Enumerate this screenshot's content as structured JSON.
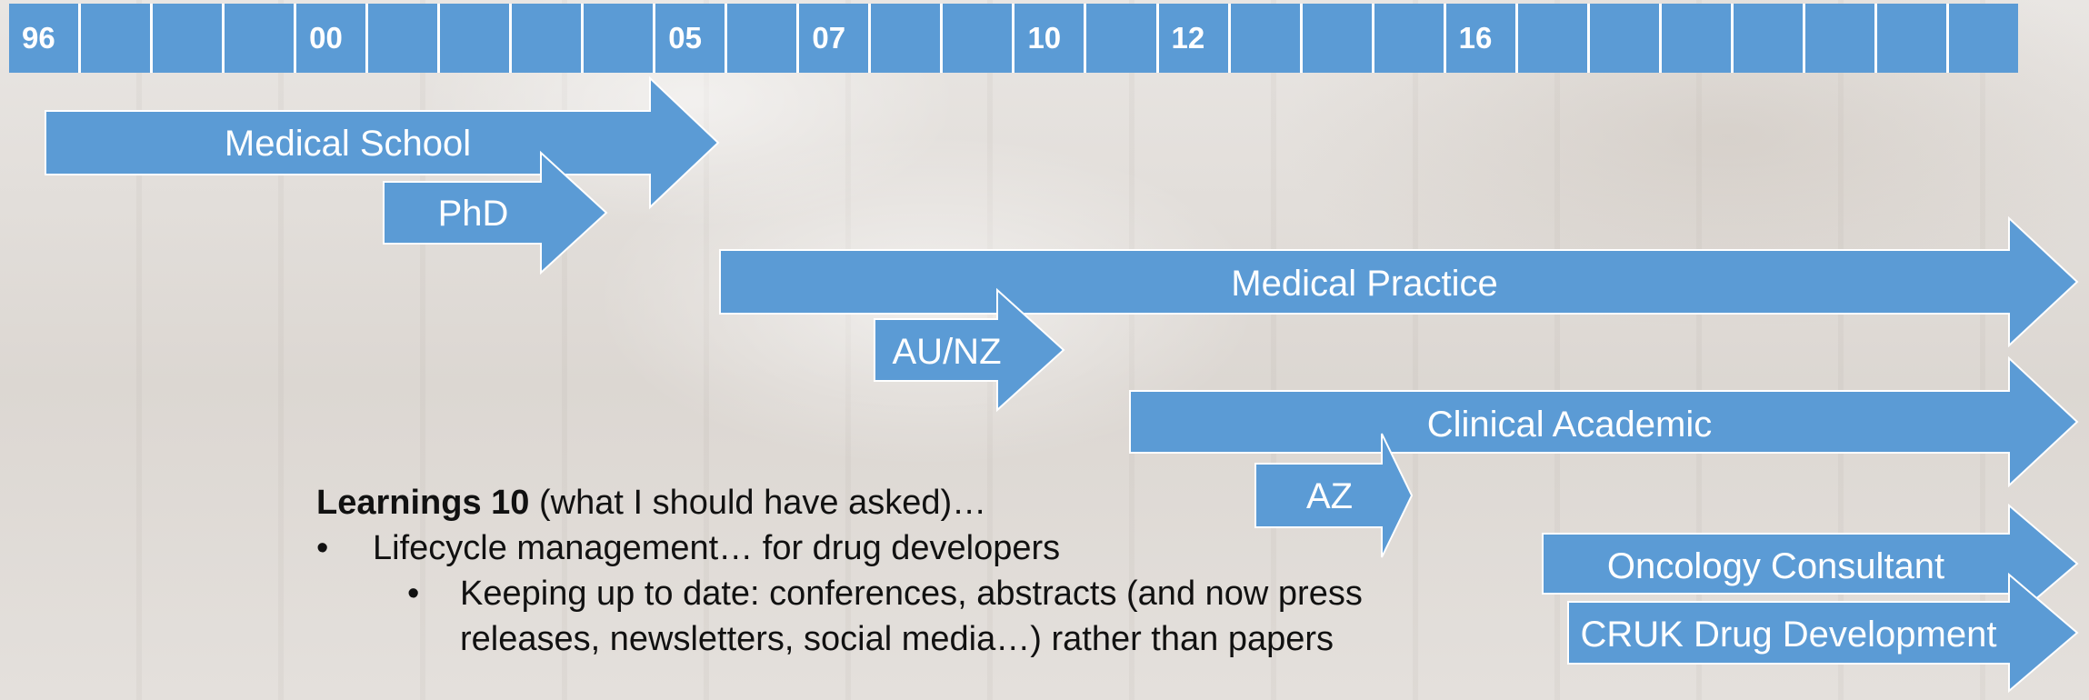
{
  "timeline": {
    "year_labels": [
      "96",
      "",
      "",
      "",
      "00",
      "",
      "",
      "",
      "",
      "05",
      "",
      "07",
      "",
      "",
      "10",
      "",
      "12",
      "",
      "",
      "",
      "16",
      "",
      "",
      "",
      "",
      "",
      "",
      ""
    ]
  },
  "bars": [
    {
      "label": "Medical School"
    },
    {
      "label": "PhD"
    },
    {
      "label": "Medical Practice"
    },
    {
      "label": "AU/NZ"
    },
    {
      "label": "Clinical Academic"
    },
    {
      "label": "AZ"
    },
    {
      "label": "Oncology Consultant"
    },
    {
      "label": "CRUK Drug Development"
    }
  ],
  "learnings": {
    "title_bold": "Learnings 10",
    "title_rest": " (what I should have asked)…",
    "bullet1": "Lifecycle management… for drug developers",
    "bullet2_line1": "Keeping up to date: conferences, abstracts (and now press",
    "bullet2_line2": "releases, newsletters, social media…) rather than papers"
  },
  "colors": {
    "bar_fill": "#5b9bd5",
    "bar_stroke": "#ffffff",
    "text_on_bar": "#ffffff"
  }
}
